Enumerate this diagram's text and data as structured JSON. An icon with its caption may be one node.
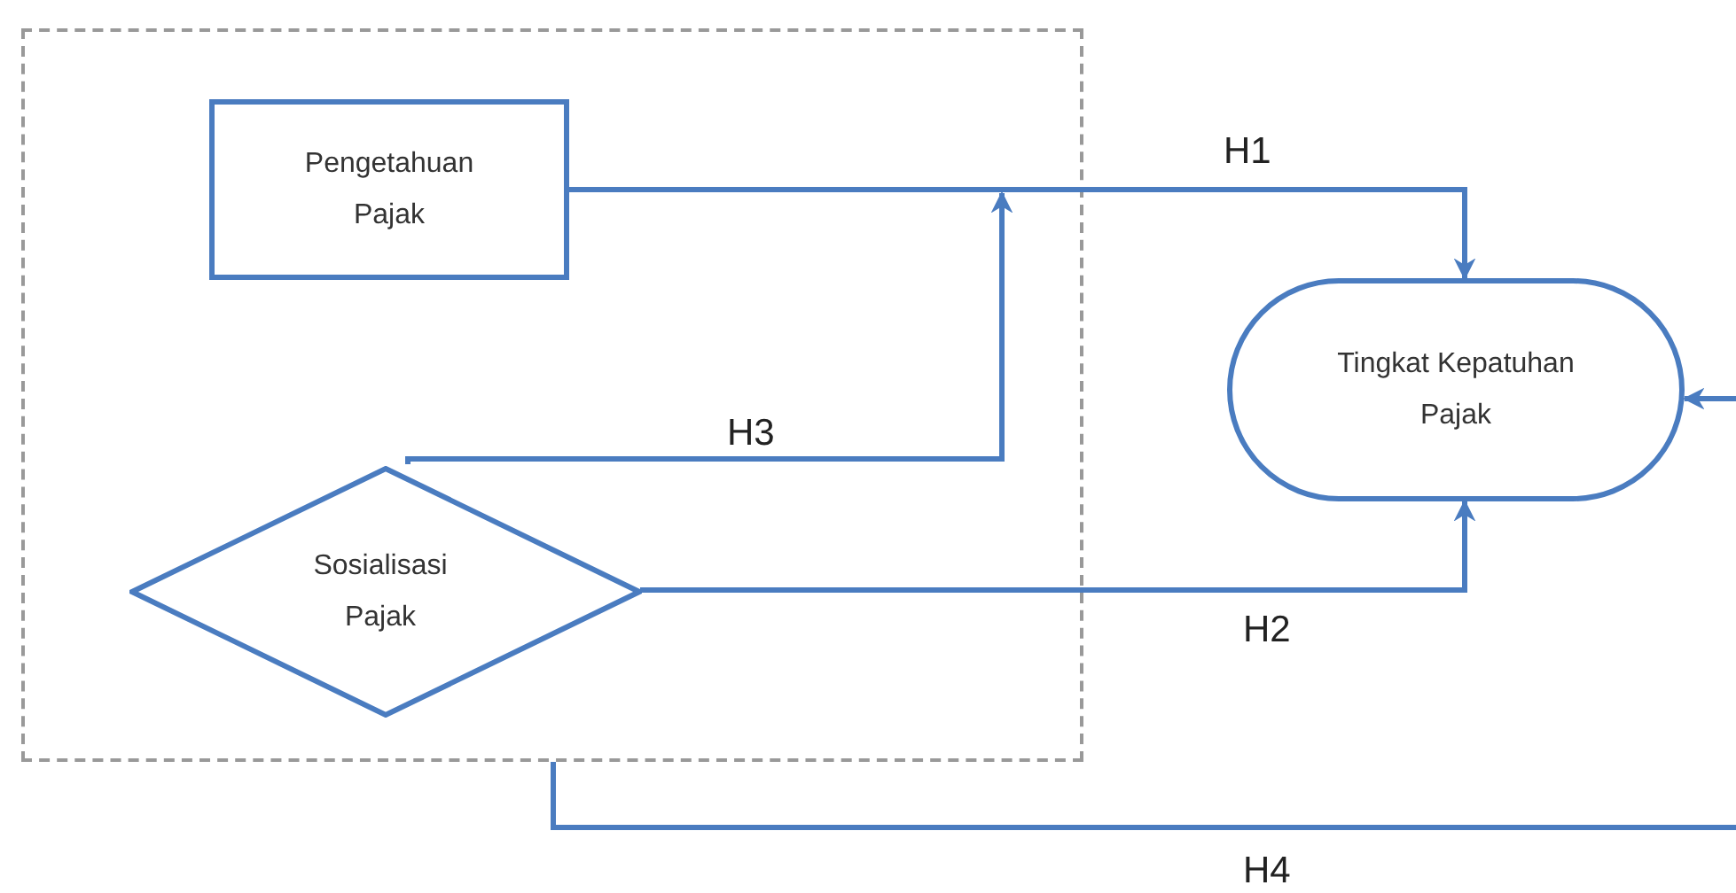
{
  "diagram": {
    "nodes": [
      {
        "text": [],
        "shape": "box"
      },
      {
        "text": [
          "Pengetahuan Pajak"
        ],
        "in": 0
      },
      {
        "text": [
          "Sosialisasi Pajak"
        ],
        "in": 0
      },
      {
        "text": [
          "Tingkat Kepatuhan Pajak"
        ]
      }
    ],
    "edges": [
      {
        "from": 1,
        "to": 3,
        "arrow": "to",
        "label": "H1"
      },
      {
        "from": 2,
        "to": 3,
        "arrow": "to",
        "label": "H2"
      },
      {
        "from": 2,
        "to": null,
        "arrow": "to",
        "label": "H3"
      },
      {
        "from": 0,
        "to": 3,
        "arrow": "to",
        "label": "H4"
      }
    ]
  }
}
